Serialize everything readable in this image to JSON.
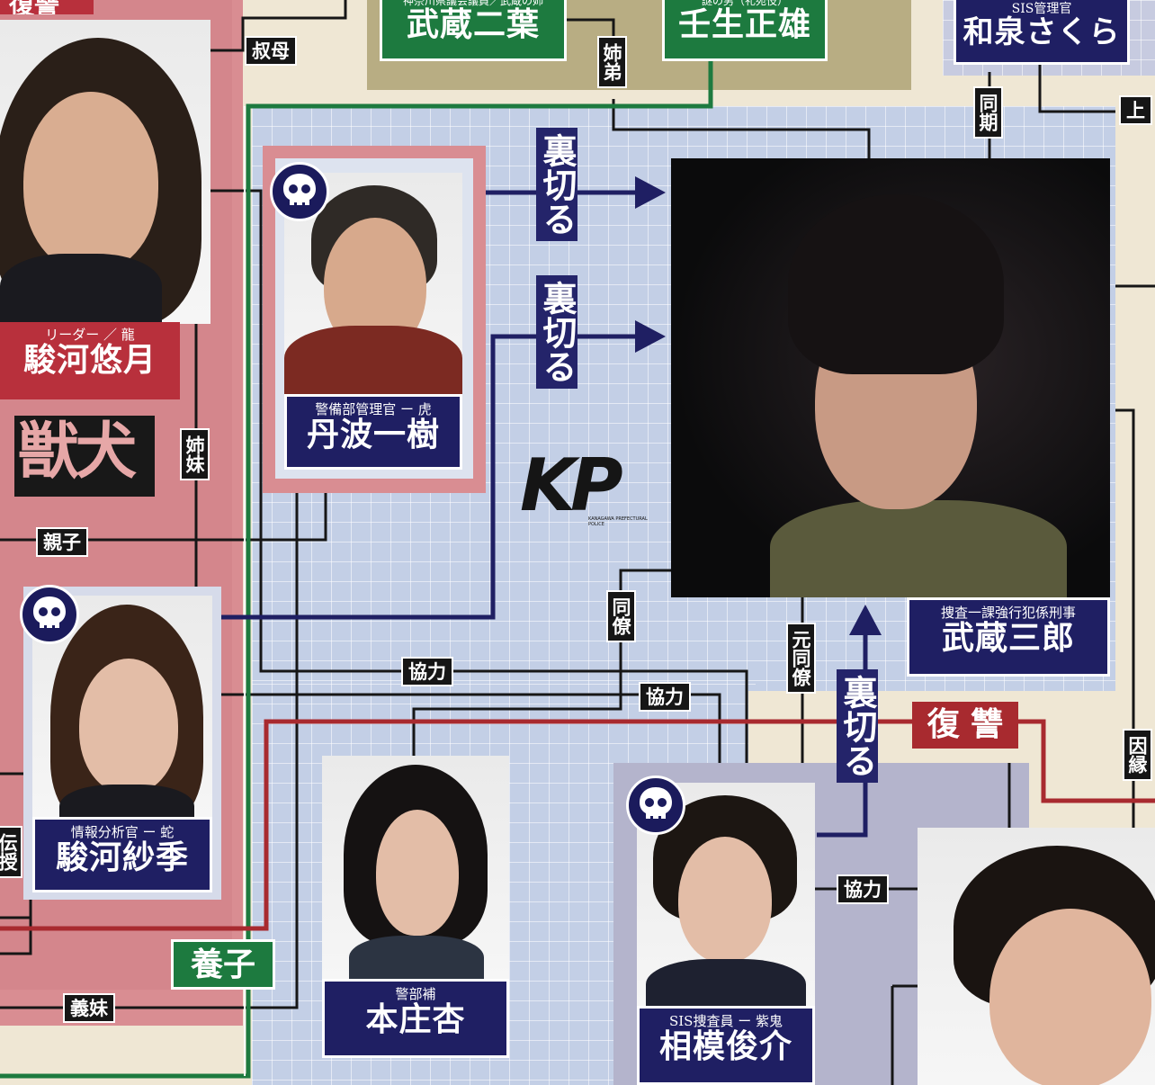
{
  "labels": {
    "top_left_cut": "復讐",
    "title_beast": "獣犬",
    "skull_symbol": "skull-icon",
    "kp_logo": "KP",
    "kp_sub": "KANAGAWA PREFECTURAL POLICE"
  },
  "characters": {
    "surugayuzuki": {
      "role": "リーダー ／ 龍",
      "name": "駿河悠月"
    },
    "tanba": {
      "role": "警備部管理官 ー 虎",
      "name": "丹波一樹"
    },
    "surugasaki": {
      "role": "情報分析官 ー 蛇",
      "name": "駿河紗季"
    },
    "honjo": {
      "role": "警部補",
      "name": "本庄杏"
    },
    "sagami": {
      "role": "SIS捜査員 ー 紫鬼",
      "name": "相模俊介"
    },
    "musashisaburo": {
      "role": "捜査一課強行犯係刑事",
      "name": "武蔵三郎"
    },
    "musashifutaba": {
      "role": "神奈川県議会議員／武蔵の姉",
      "name": "武蔵二葉"
    },
    "mibu": {
      "role": "謎の男（礼宛伎）",
      "name": "壬生正雄"
    },
    "izumi": {
      "role": "SIS管理官",
      "name": "和泉さくら"
    }
  },
  "relations": {
    "oba": "叔母",
    "shitei": "姉弟",
    "douki": "同期",
    "ue": "上",
    "uragiru1": "裏切る",
    "uragiru2": "裏切る",
    "uragiru3": "裏切る",
    "shimai": "姉妹",
    "oyako": "親子",
    "kyoryoku1": "協力",
    "kyoryoku2": "協力",
    "kyoryoku3": "協力",
    "douryou": "同僚",
    "motodouryou": "元同僚",
    "fukushu": "復 讐",
    "innen": "因縁",
    "yoshi": "養子",
    "gimai": "義妹",
    "left_edge": "伝授"
  },
  "colors": {
    "navy": "#1f1f63",
    "red": "#b8303c",
    "green": "#1d7a3f",
    "grid_blue": "#c3cfe6",
    "pink_panel": "#d98d92",
    "beige": "#efe7d4"
  }
}
